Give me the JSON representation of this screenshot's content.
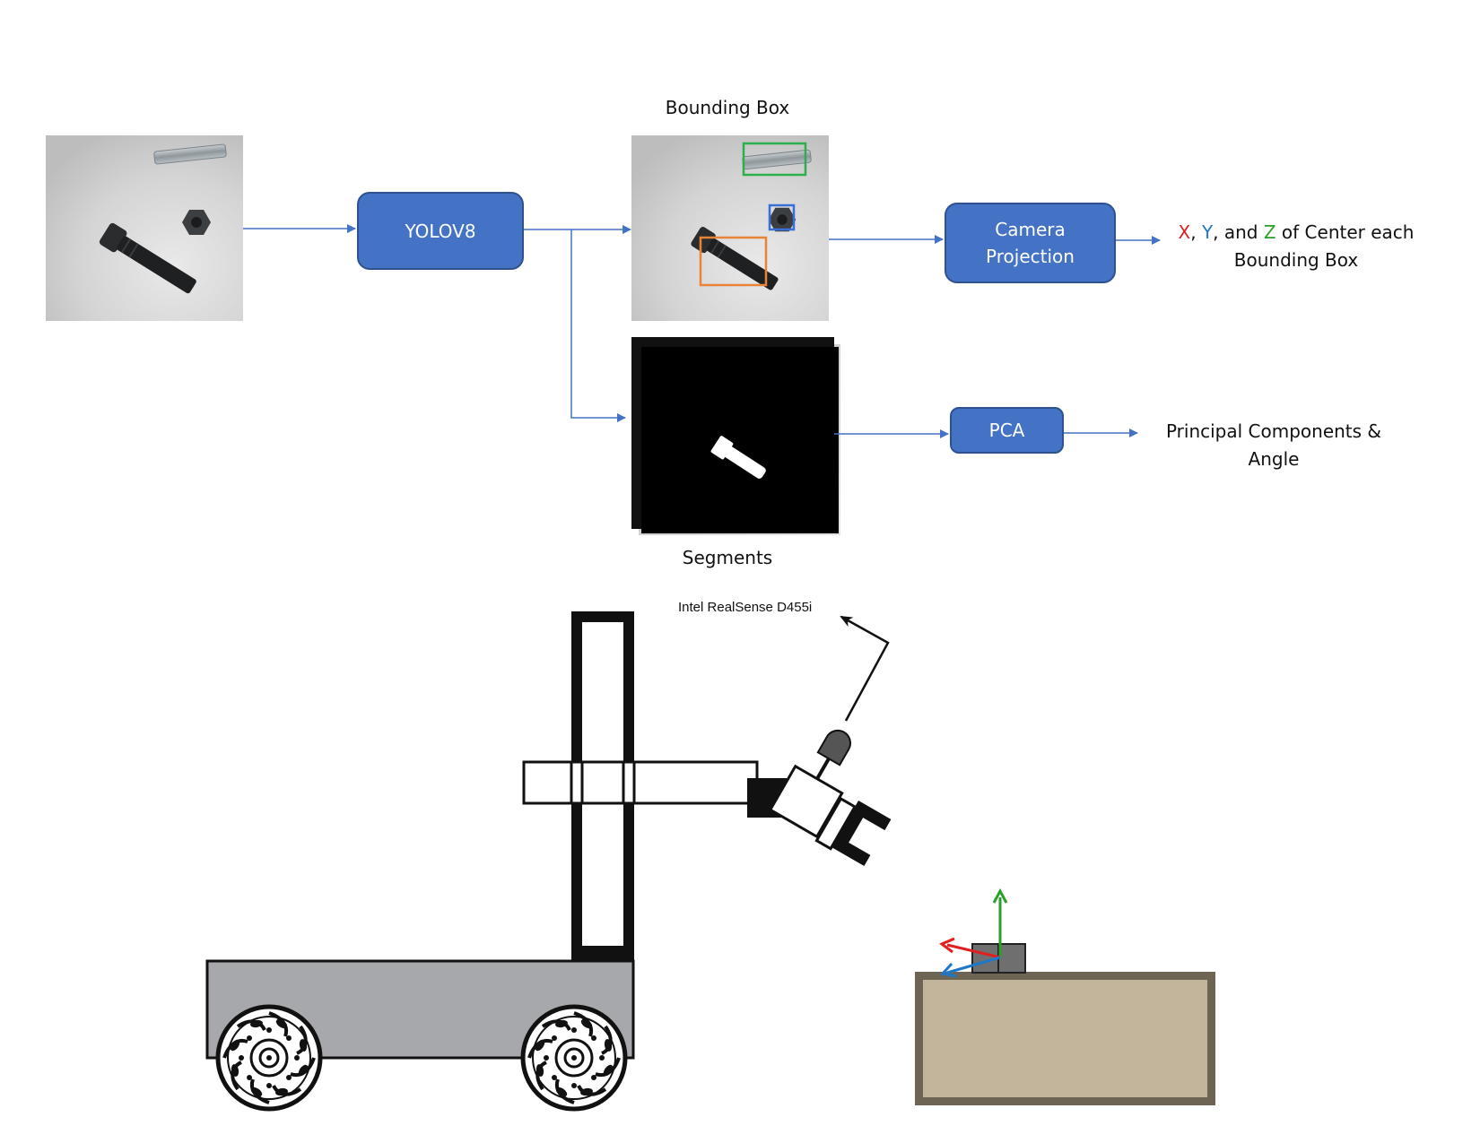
{
  "pipeline": {
    "yolo_label": "YOLOV8",
    "bbox_title": "Bounding Box",
    "segments_title": "Segments",
    "camera_line1": "Camera",
    "camera_line2": "Projection",
    "pca_label": "PCA",
    "xyz_output": {
      "x": "X",
      "sep1": ", ",
      "y": "Y",
      "sep2": ", and ",
      "z": "Z",
      "rest": " of Center each",
      "line2": "Bounding Box"
    },
    "pca_output_line1": "Principal Components &",
    "pca_output_line2": "Angle"
  },
  "robot": {
    "camera_label": "Intel RealSense D455i"
  },
  "colors": {
    "box_fill": "#4472c4",
    "box_border": "#2f528f",
    "arrow": "#4472c4",
    "bbox_green": "#2db04b",
    "bbox_blue": "#3a6fd8",
    "bbox_orange": "#e8843a",
    "x_red": "#e02020",
    "y_blue": "#1e78c8",
    "z_green": "#2aa02a",
    "chassis_gray": "#a6a8ab",
    "table_top": "#c2b59b",
    "table_frame": "#6e6454"
  },
  "icons": {
    "input_photo": "bolt-nut-rail-photo",
    "detection_photo": "bounding-box-photo",
    "mask": "segmentation-mask",
    "robot": "mobile-manipulator-robot",
    "table": "table-with-object"
  }
}
